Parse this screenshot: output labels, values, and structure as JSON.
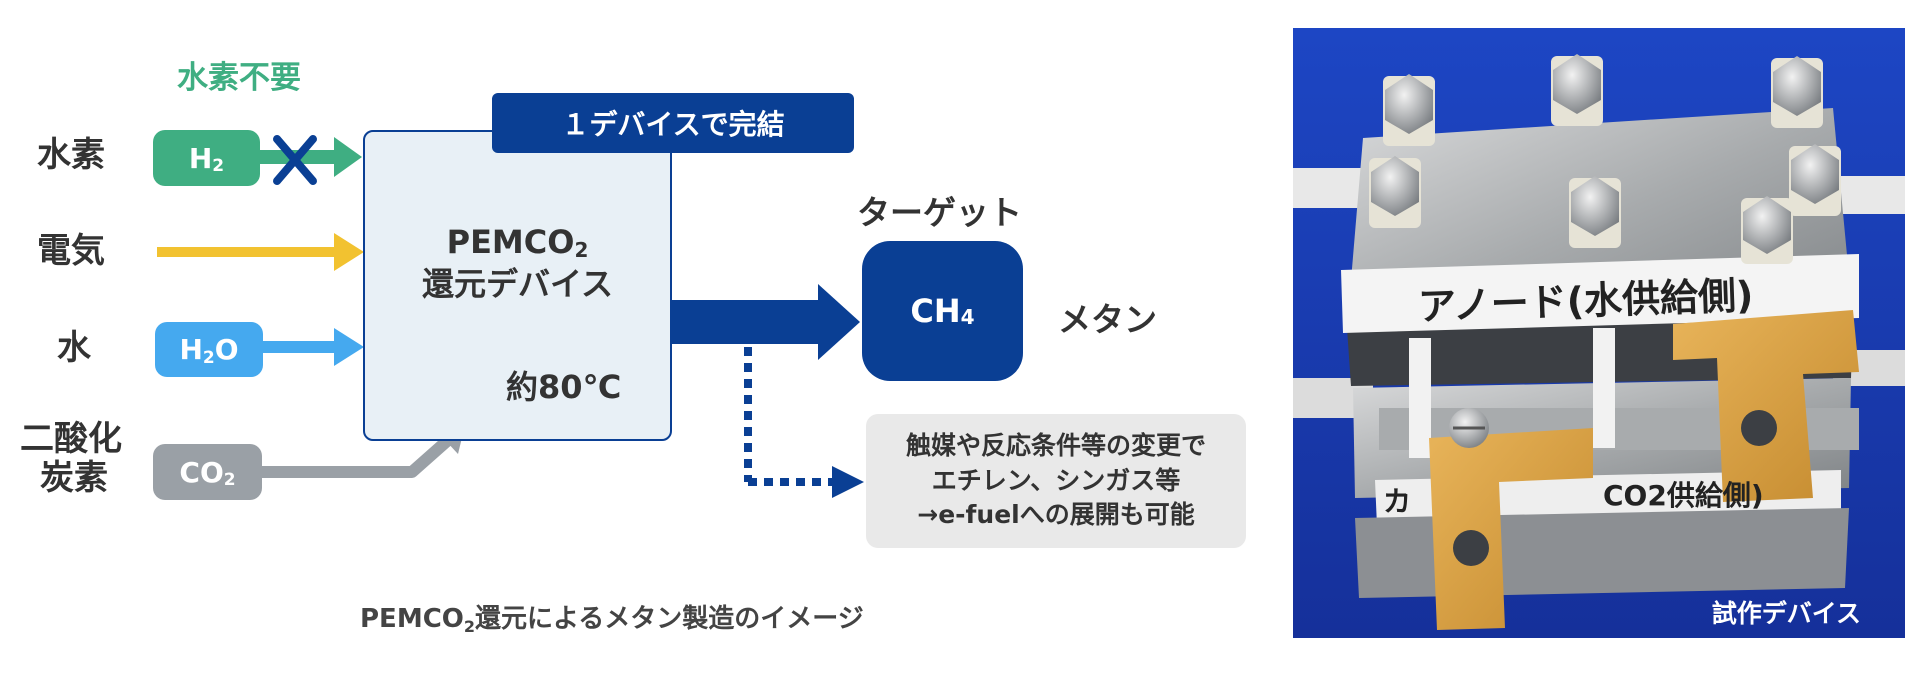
{
  "no_hydrogen_label": "水素不要",
  "inputs": {
    "hydrogen_label": "水素",
    "hydrogen_formula": "H",
    "hydrogen_subscript": "2",
    "electricity_label": "電気",
    "water_label": "水",
    "water_formula_prefix": "H",
    "water_subscript": "2",
    "water_formula_suffix": "O",
    "co2_label_line1": "二酸化",
    "co2_label_line2": "炭素",
    "co2_formula": "CO",
    "co2_subscript": "2"
  },
  "device": {
    "banner": "１デバイスで完結",
    "name_line1": "PEMCO",
    "name_subscript": "2",
    "name_line2": "還元デバイス",
    "temperature": "約80℃"
  },
  "target": {
    "heading": "ターゲット",
    "formula": "CH",
    "subscript": "4",
    "name": "メタン"
  },
  "note": {
    "line1": "触媒や反応条件等の変更で",
    "line2": "エチレン、シンガス等",
    "line3": "→e-fuelへの展開も可能"
  },
  "caption": {
    "prefix": "PEMCO",
    "subscript": "2",
    "suffix": "還元によるメタン製造のイメージ"
  },
  "photo": {
    "caption": "試作デバイス",
    "anode_label": "アノード(水供給側)",
    "cathode_label_start": "カ",
    "cathode_label_end": "CO2供給側)"
  },
  "colors": {
    "hydrogen_green": "#3fae82",
    "electricity_yellow": "#f2c230",
    "water_blue": "#45a9ef",
    "co2_gray": "#9aa0a6",
    "device_navy": "#0a3f94",
    "device_fill": "#e8f0f6",
    "note_gray": "#e9e9e9"
  }
}
